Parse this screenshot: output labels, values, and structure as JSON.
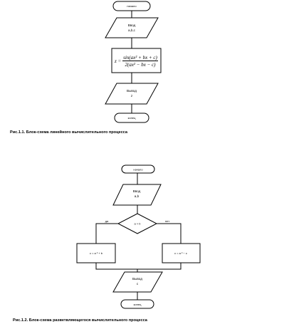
{
  "diagram_top": {
    "start_label": "начало",
    "input_label_1": "Ввод",
    "input_label_2": "a,b,c",
    "formula_lhs": "z =",
    "formula_numerator": "sin(ax² + bx + c)",
    "formula_denominator": "2(ax² − bx − c)",
    "output_label_1": "Вывод",
    "output_label_2": "z",
    "end_label": "конец",
    "caption": "Рис.1.1. Блок-схема линейного вычислительного процесса"
  },
  "diagram_bottom": {
    "start_label": "начало",
    "input_label_1": "Ввод",
    "input_label_2": "a,b",
    "condition_label": "a > b",
    "yes_label": "да",
    "no_label": "нет",
    "left_process": "c = a   ² + b",
    "right_process": "c = a   ² − c",
    "output_label_1": "Вывод",
    "output_label_2": "c",
    "end_label": "конец",
    "caption": "Рис.1.2. Блок-схема разветвляющегося вычислительного процесса"
  }
}
